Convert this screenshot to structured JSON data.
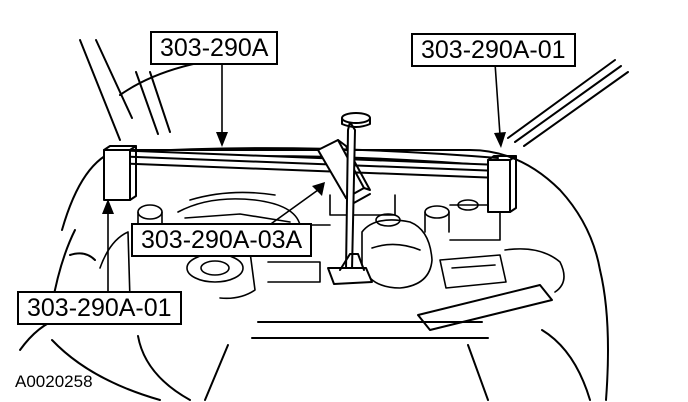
{
  "callouts": {
    "tool_main": "303-290A",
    "tool_right_support": "303-290A-01",
    "tool_adapter": "303-290A-03A",
    "tool_left_support": "303-290A-01"
  },
  "figure_id": "A0020258"
}
